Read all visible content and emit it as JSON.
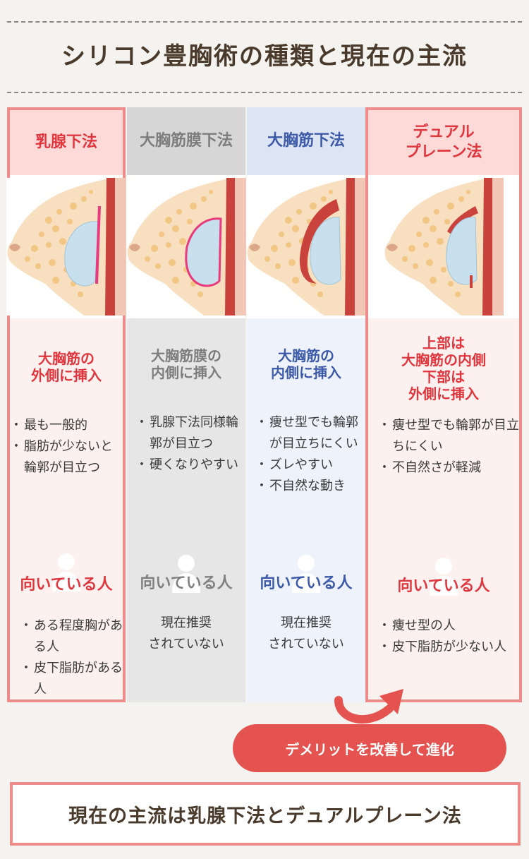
{
  "title": "シリコン豊胸術の種類と現在の主流",
  "columns": [
    {
      "header": "乳腺下法",
      "placement": [
        "大胸筋の",
        "外側に挿入"
      ],
      "points": [
        "最も一般的",
        "脂肪が少ないと輪郭が目立つ"
      ],
      "suitable_label": "向いている人",
      "suitable": [
        "ある程度胸がある人",
        "皮下脂肪がある人"
      ]
    },
    {
      "header": "大胸筋膜下法",
      "placement": [
        "大胸筋膜の",
        "内側に挿入"
      ],
      "points": [
        "乳腺下法同様輪郭が目立つ",
        "硬くなりやすい"
      ],
      "suitable_label": "向いている人",
      "not_recommended": [
        "現在推奨",
        "されていない"
      ]
    },
    {
      "header": "大胸筋下法",
      "placement": [
        "大胸筋の",
        "内側に挿入"
      ],
      "points": [
        "痩せ型でも輪郭が目立ちにくい",
        "ズレやすい",
        "不自然な動き"
      ],
      "suitable_label": "向いている人",
      "not_recommended": [
        "現在推奨",
        "されていない"
      ]
    },
    {
      "header": [
        "デュアル",
        "プレーン法"
      ],
      "placement": [
        "上部は",
        "大胸筋の内側",
        "下部は",
        "外側に挿入"
      ],
      "points": [
        "痩せ型でも輪郭が目立ちにくい",
        "不自然さが軽減"
      ],
      "suitable_label": "向いている人",
      "suitable": [
        "痩せ型の人",
        "皮下脂肪が少ない人"
      ]
    }
  ],
  "pill": "デメリットを改善して進化",
  "conclusion": "現在の主流は乳腺下法とデュアルプレーン法",
  "colors": {
    "accent_red": "#e0373f",
    "pink_border": "#ee8b8b",
    "blue": "#3c5aa8",
    "gray": "#7d7d7d",
    "pill": "#e4534f",
    "title": "#4a3a2c"
  }
}
